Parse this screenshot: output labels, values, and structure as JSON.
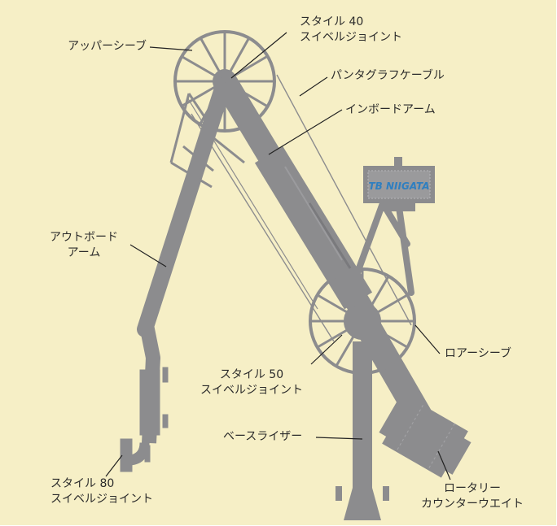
{
  "labels": {
    "upper_sheave": "アッパーシーブ",
    "style40_line1": "スタイル 40",
    "style40_line2": "スイベルジョイント",
    "pantograph_cable": "パンタグラフケーブル",
    "inboard_arm": "インボードアーム",
    "outboard_arm_line1": "アウトボード",
    "outboard_arm_line2": "アーム",
    "lower_sheave": "ロアーシーブ",
    "style50_line1": "スタイル 50",
    "style50_line2": "スイベルジョイント",
    "base_riser": "ベースライザー",
    "style80_line1": "スタイル 80",
    "style80_line2": "スイベルジョイント",
    "counterweight_line1": "ロータリー",
    "counterweight_line2": "カウンターウエイト"
  },
  "logo_text": "TB NIIGATA",
  "colors": {
    "background": "#f6efc6",
    "structure": "#8c8c8e",
    "structure_dark": "#77777a",
    "leader_line": "#222222",
    "logo_blue": "#2f7fc0"
  }
}
